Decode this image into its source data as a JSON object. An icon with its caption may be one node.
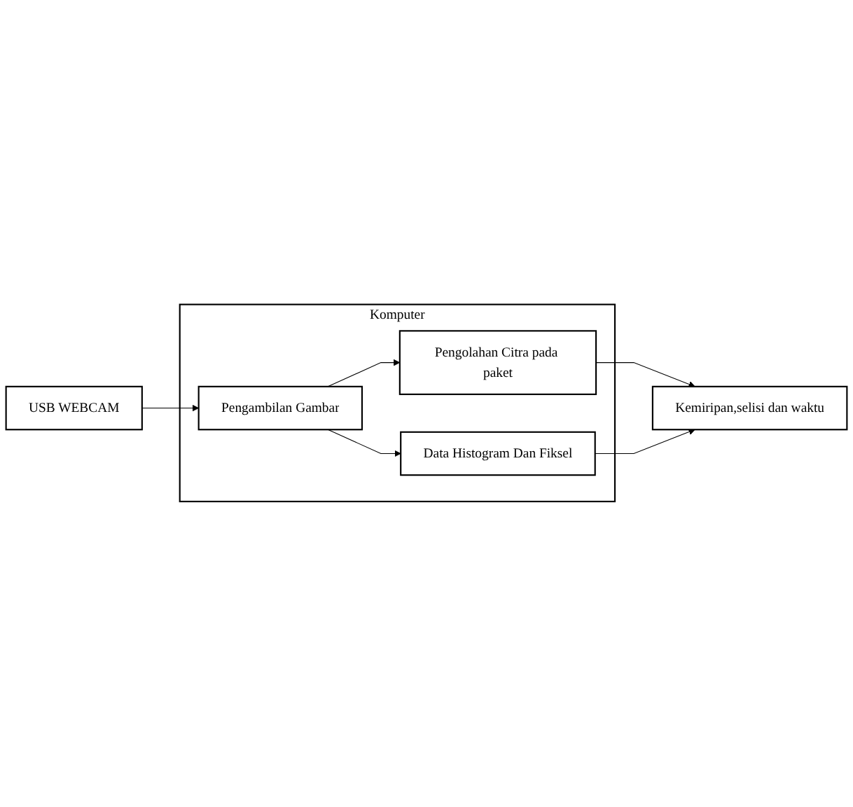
{
  "diagram": {
    "nodes": [
      {
        "text": [
          "Komputer"
        ]
      },
      {
        "text": [
          "USB WEBCAM"
        ]
      },
      {
        "text": [
          "Pengambilan Gambar"
        ],
        "in": 0
      },
      {
        "text": [
          "Pengolahan Citra pada paket"
        ],
        "in": 0
      },
      {
        "text": [
          "Data Histogram Dan Fiksel"
        ],
        "in": 0
      },
      {
        "text": [
          "Kemiripan,selisi dan waktu"
        ]
      }
    ],
    "edges": [
      {
        "from": 1,
        "to": 2,
        "arrow": "to"
      },
      {
        "from": 2,
        "to": 3,
        "arrow": "to"
      },
      {
        "from": 2,
        "to": 4,
        "arrow": "to"
      },
      {
        "from": 3,
        "to": 5,
        "arrow": "to"
      },
      {
        "from": 4,
        "to": 5,
        "arrow": "to"
      }
    ]
  }
}
